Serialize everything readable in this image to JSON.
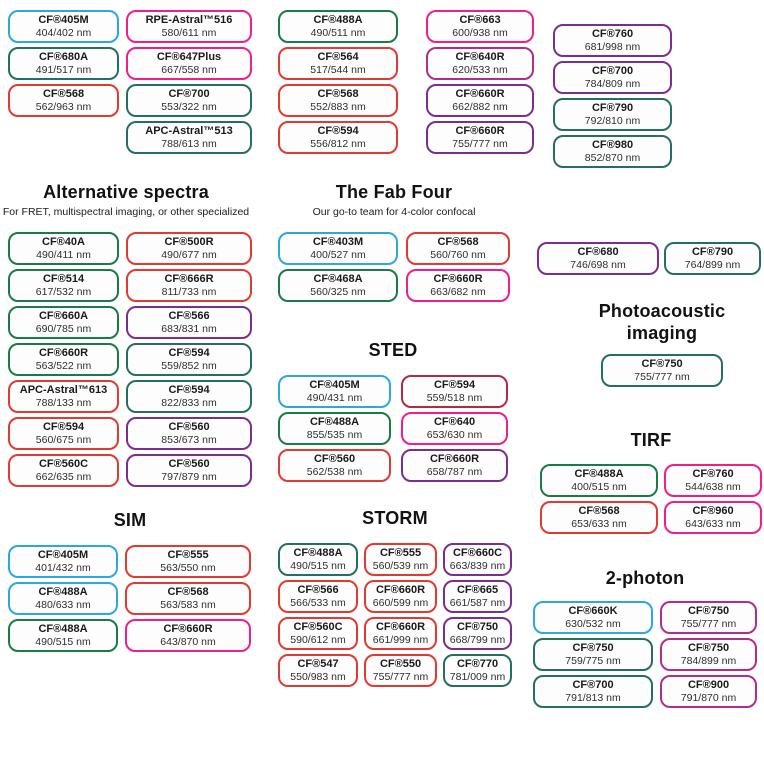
{
  "colors": {
    "blue": "#2ba8e0",
    "green": "#1a7a4a",
    "teal": "#266e62",
    "red": "#e03a32",
    "crimson": "#b02c44",
    "pink": "#f01e8c",
    "magenta": "#b52b8a",
    "purple": "#7c2e8f"
  },
  "chart_data": {
    "type": "table",
    "groups": [
      {
        "key": "top-left",
        "title": "",
        "subtitle": "",
        "columns": [
          [
            {
              "name": "CF®405M",
              "ex_em": "404/402 nm",
              "color": "blue"
            },
            {
              "name": "CF®680A",
              "ex_em": "491/517 nm",
              "color": "teal"
            },
            {
              "name": "CF®568",
              "ex_em": "562/963 nm",
              "color": "red"
            }
          ],
          [
            {
              "name": "RPE-Astral™516",
              "ex_em": "580/611 nm",
              "color": "pink"
            },
            {
              "name": "CF®647Plus",
              "ex_em": "667/558 nm",
              "color": "pink"
            },
            {
              "name": "CF®700",
              "ex_em": "553/322 nm",
              "color": "teal"
            },
            {
              "name": "APC-Astral™513",
              "ex_em": "788/613 nm",
              "color": "teal"
            }
          ]
        ]
      },
      {
        "key": "top-mid",
        "title": "",
        "subtitle": "",
        "columns": [
          [
            {
              "name": "CF®488A",
              "ex_em": "490/511 nm",
              "color": "green"
            },
            {
              "name": "CF®564",
              "ex_em": "517/544 nm",
              "color": "red"
            },
            {
              "name": "CF®568",
              "ex_em": "552/883 nm",
              "color": "red"
            },
            {
              "name": "CF®594",
              "ex_em": "556/812 nm",
              "color": "red"
            }
          ],
          [
            {
              "name": "CF®663",
              "ex_em": "600/938 nm",
              "color": "pink"
            },
            {
              "name": "CF®640R",
              "ex_em": "620/533 nm",
              "color": "magenta"
            },
            {
              "name": "CF®660R",
              "ex_em": "662/882 nm",
              "color": "purple"
            },
            {
              "name": "CF®660R",
              "ex_em": "755/777 nm",
              "color": "purple"
            }
          ]
        ]
      },
      {
        "key": "top-right",
        "title": "",
        "subtitle": "",
        "columns": [
          [
            {
              "name": "CF®760",
              "ex_em": "681/998 nm",
              "color": "purple"
            },
            {
              "name": "CF®700",
              "ex_em": "784/809 nm",
              "color": "purple"
            },
            {
              "name": "CF®790",
              "ex_em": "792/810 nm",
              "color": "teal"
            },
            {
              "name": "CF®980",
              "ex_em": "852/870 nm",
              "color": "teal"
            }
          ]
        ]
      },
      {
        "key": "alternative-spectra",
        "title": "Alternative spectra",
        "subtitle": "For FRET, multispectral imaging, or other specialized",
        "columns": [
          [
            {
              "name": "CF®40A",
              "ex_em": "490/411 nm",
              "color": "green"
            },
            {
              "name": "CF®514",
              "ex_em": "617/532 nm",
              "color": "green"
            },
            {
              "name": "CF®660A",
              "ex_em": "690/785 nm",
              "color": "green"
            },
            {
              "name": "CF®660R",
              "ex_em": "563/522 nm",
              "color": "green"
            },
            {
              "name": "APC-Astral™613",
              "ex_em": "788/133 nm",
              "color": "red"
            },
            {
              "name": "CF®594",
              "ex_em": "560/675 nm",
              "color": "red"
            },
            {
              "name": "CF®560C",
              "ex_em": "662/635 nm",
              "color": "red"
            }
          ],
          [
            {
              "name": "CF®500R",
              "ex_em": "490/677 nm",
              "color": "red"
            },
            {
              "name": "CF®666R",
              "ex_em": "811/733 nm",
              "color": "red"
            },
            {
              "name": "CF®566",
              "ex_em": "683/831 nm",
              "color": "purple"
            },
            {
              "name": "CF®594",
              "ex_em": "559/852 nm",
              "color": "teal"
            },
            {
              "name": "CF®594",
              "ex_em": "822/833 nm",
              "color": "teal"
            },
            {
              "name": "CF®560",
              "ex_em": "853/673 nm",
              "color": "purple"
            },
            {
              "name": "CF®560",
              "ex_em": "797/879 nm",
              "color": "purple"
            }
          ]
        ]
      },
      {
        "key": "fab-four",
        "title": "The Fab Four",
        "subtitle": "Our go-to team for 4-color confocal",
        "columns": [
          [
            {
              "name": "CF®403M",
              "ex_em": "400/527 nm",
              "color": "blue"
            },
            {
              "name": "CF®468A",
              "ex_em": "560/325 nm",
              "color": "green"
            }
          ],
          [
            {
              "name": "CF®568",
              "ex_em": "560/760 nm",
              "color": "red"
            },
            {
              "name": "CF®660R",
              "ex_em": "663/682 nm",
              "color": "pink"
            }
          ]
        ]
      },
      {
        "key": "nir-pair",
        "title": "",
        "subtitle": "",
        "columns": [
          [
            {
              "name": "CF®680",
              "ex_em": "746/698 nm",
              "color": "purple"
            }
          ],
          [
            {
              "name": "CF®790",
              "ex_em": "764/899 nm",
              "color": "teal"
            }
          ]
        ]
      },
      {
        "key": "photoacoustic",
        "title": "Photoacoustic imaging",
        "subtitle": "",
        "columns": [
          [
            {
              "name": "CF®750",
              "ex_em": "755/777 nm",
              "color": "teal"
            }
          ]
        ]
      },
      {
        "key": "sted",
        "title": "STED",
        "subtitle": "",
        "columns": [
          [
            {
              "name": "CF®405M",
              "ex_em": "490/431 nm",
              "color": "blue"
            },
            {
              "name": "CF®488A",
              "ex_em": "855/535 nm",
              "color": "green"
            },
            {
              "name": "CF®560",
              "ex_em": "562/538 nm",
              "color": "red"
            }
          ],
          [
            {
              "name": "CF®594",
              "ex_em": "559/518 nm",
              "color": "crimson"
            },
            {
              "name": "CF®640",
              "ex_em": "653/630 nm",
              "color": "pink"
            },
            {
              "name": "CF®660R",
              "ex_em": "658/787 nm",
              "color": "purple"
            }
          ]
        ]
      },
      {
        "key": "tirf",
        "title": "TIRF",
        "subtitle": "",
        "columns": [
          [
            {
              "name": "CF®488A",
              "ex_em": "400/515 nm",
              "color": "green"
            },
            {
              "name": "CF®568",
              "ex_em": "653/633 nm",
              "color": "red"
            }
          ],
          [
            {
              "name": "CF®760",
              "ex_em": "544/638 nm",
              "color": "pink"
            },
            {
              "name": "CF®960",
              "ex_em": "643/633 nm",
              "color": "pink"
            }
          ]
        ]
      },
      {
        "key": "sim",
        "title": "SIM",
        "subtitle": "",
        "columns": [
          [
            {
              "name": "CF®405M",
              "ex_em": "401/432 nm",
              "color": "blue"
            },
            {
              "name": "CF®488A",
              "ex_em": "480/633 nm",
              "color": "blue"
            },
            {
              "name": "CF®488A",
              "ex_em": "490/515 nm",
              "color": "green"
            }
          ],
          [
            {
              "name": "CF®555",
              "ex_em": "563/550 nm",
              "color": "red"
            },
            {
              "name": "CF®568",
              "ex_em": "563/583 nm",
              "color": "red"
            },
            {
              "name": "CF®660R",
              "ex_em": "643/870 nm",
              "color": "pink"
            }
          ]
        ]
      },
      {
        "key": "storm",
        "title": "STORM",
        "subtitle": "",
        "columns": [
          [
            {
              "name": "CF®488A",
              "ex_em": "490/515 nm",
              "color": "teal"
            },
            {
              "name": "CF®566",
              "ex_em": "566/533 nm",
              "color": "red"
            },
            {
              "name": "CF®560C",
              "ex_em": "590/612 nm",
              "color": "red"
            },
            {
              "name": "CF®547",
              "ex_em": "550/983 nm",
              "color": "red"
            }
          ],
          [
            {
              "name": "CF®555",
              "ex_em": "560/539 nm",
              "color": "red"
            },
            {
              "name": "CF®660R",
              "ex_em": "660/599 nm",
              "color": "red"
            },
            {
              "name": "CF®660R",
              "ex_em": "661/999 nm",
              "color": "red"
            },
            {
              "name": "CF®550",
              "ex_em": "755/777 nm",
              "color": "red"
            }
          ],
          [
            {
              "name": "CF®660C",
              "ex_em": "663/839 nm",
              "color": "purple"
            },
            {
              "name": "CF®665",
              "ex_em": "661/587 nm",
              "color": "purple"
            },
            {
              "name": "CF®750",
              "ex_em": "668/799 nm",
              "color": "purple"
            },
            {
              "name": "CF®770",
              "ex_em": "781/009 nm",
              "color": "teal"
            }
          ]
        ]
      },
      {
        "key": "two-photon",
        "title": "2-photon",
        "subtitle": "",
        "columns": [
          [
            {
              "name": "CF®660K",
              "ex_em": "630/532 nm",
              "color": "blue"
            },
            {
              "name": "CF®750",
              "ex_em": "759/775 nm",
              "color": "teal"
            },
            {
              "name": "CF®700",
              "ex_em": "791/813 nm",
              "color": "teal"
            }
          ],
          [
            {
              "name": "CF®750",
              "ex_em": "755/777 nm",
              "color": "magenta"
            },
            {
              "name": "CF®750",
              "ex_em": "784/899 nm",
              "color": "magenta"
            },
            {
              "name": "CF®900",
              "ex_em": "791/870 nm",
              "color": "magenta"
            }
          ]
        ]
      }
    ]
  }
}
